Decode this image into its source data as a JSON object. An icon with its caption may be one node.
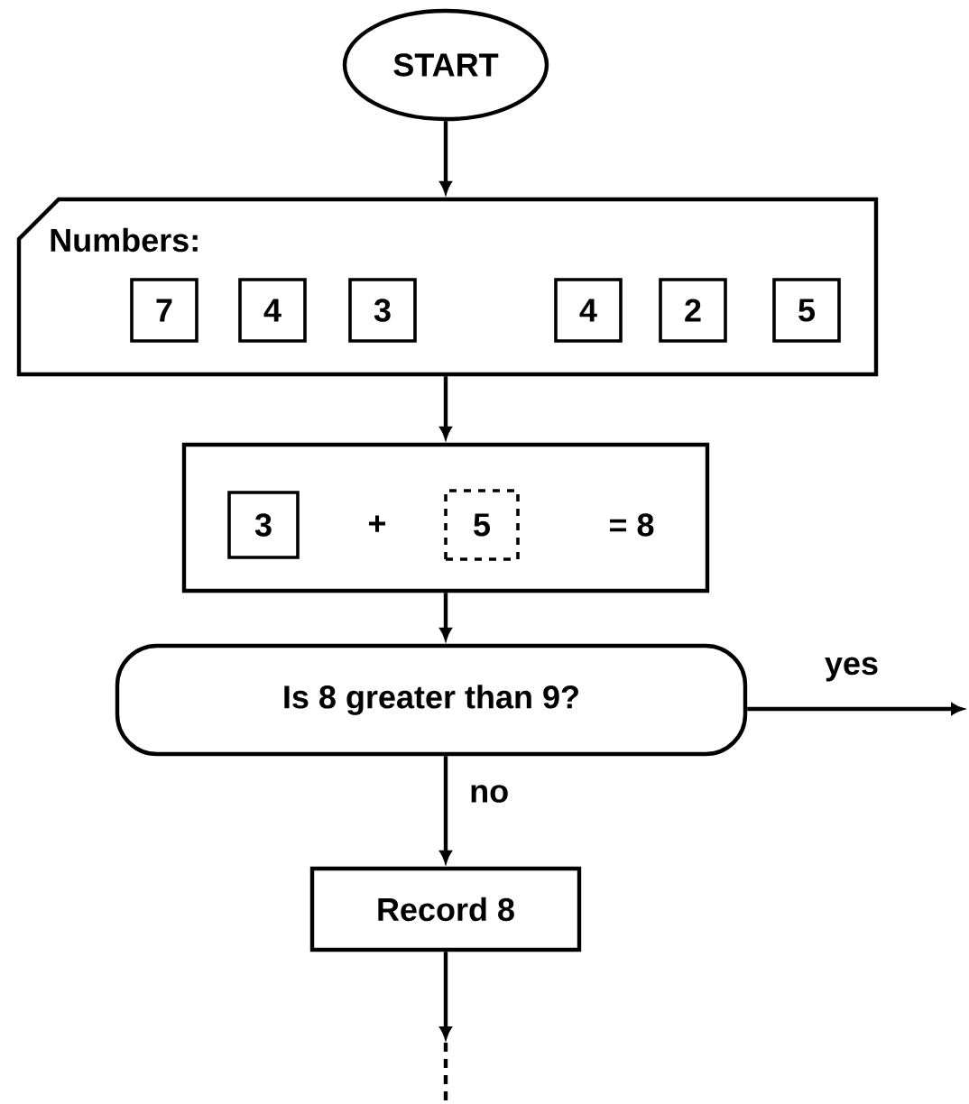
{
  "diagram": {
    "nodes": [
      {
        "text": [
          "START"
        ]
      },
      {
        "text": [
          "Numbers:"
        ]
      },
      {
        "text": [
          "7"
        ],
        "in": 1
      },
      {
        "text": [
          "4"
        ],
        "in": 1
      },
      {
        "text": [
          "3"
        ],
        "in": 1
      },
      {
        "text": [
          "4"
        ],
        "in": 1
      },
      {
        "text": [
          "2"
        ],
        "in": 1
      },
      {
        "text": [
          "5"
        ],
        "in": 1
      },
      {
        "text": [
          "+",
          "= 8"
        ]
      },
      {
        "text": [
          "3"
        ],
        "in": 8
      },
      {
        "text": [
          "5"
        ],
        "in": 8
      },
      {
        "text": [
          "Is 8 greater than 9?"
        ]
      },
      {
        "text": [
          "Record 8"
        ]
      }
    ],
    "edges": [
      {
        "from": 0,
        "to": 1,
        "arrow": "to"
      },
      {
        "from": 1,
        "to": 8,
        "arrow": "to"
      },
      {
        "from": 8,
        "to": 11,
        "arrow": "to"
      },
      {
        "from": 11,
        "to": null,
        "arrow": "to",
        "label": "yes"
      },
      {
        "from": 11,
        "to": 12,
        "arrow": "to",
        "label": "no"
      },
      {
        "from": 12,
        "to": null,
        "arrow": "to"
      }
    ]
  }
}
